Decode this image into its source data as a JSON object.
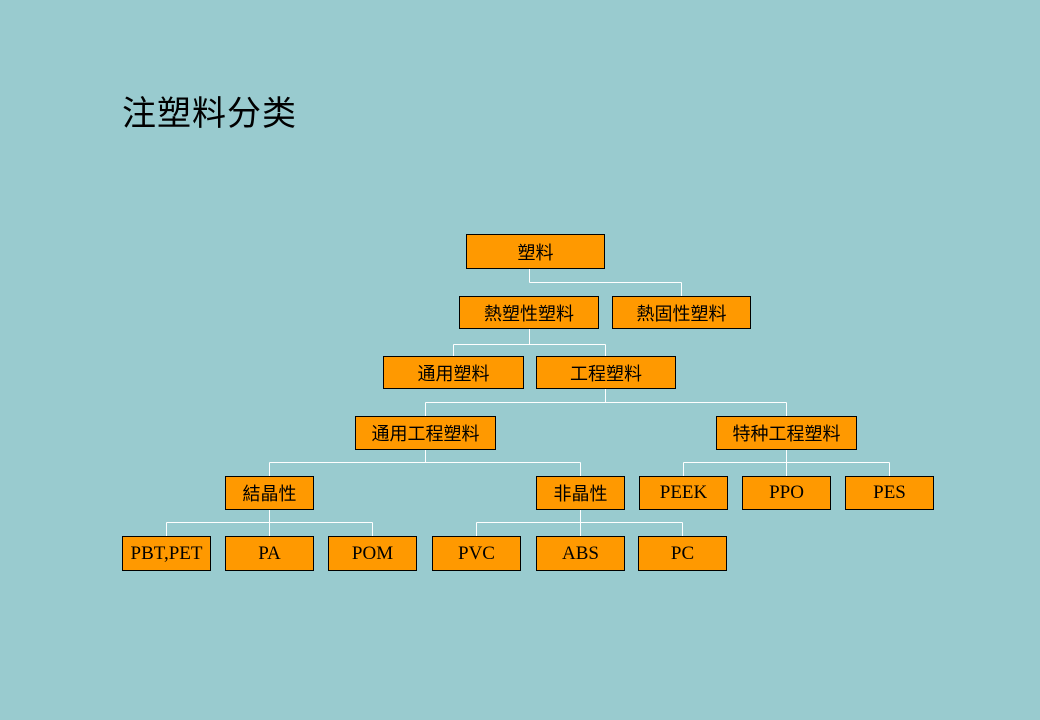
{
  "title": "注塑料分类",
  "colors": {
    "background": "#99cbcf",
    "node_fill": "#ff9900",
    "connector": "#ffffff"
  },
  "tree": {
    "root": "塑料",
    "level1": [
      "熱塑性塑料",
      "熱固性塑料"
    ],
    "level2": [
      "通用塑料",
      "工程塑料"
    ],
    "level3": [
      "通用工程塑料",
      "特种工程塑料"
    ],
    "level4": [
      "結晶性",
      "非晶性",
      "PEEK",
      "PPO",
      "PES"
    ],
    "level5": [
      "PBT,PET",
      "PA",
      "POM",
      "PVC",
      "ABS",
      "PC"
    ]
  }
}
